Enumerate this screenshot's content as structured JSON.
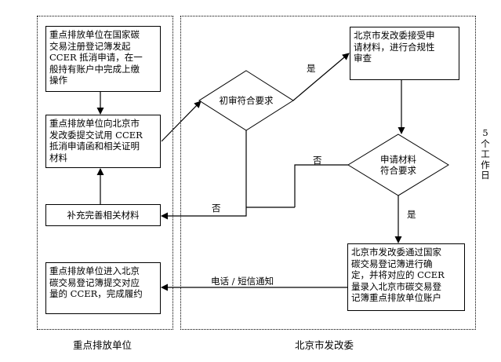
{
  "lanes": {
    "left_caption": "重点排放单位",
    "right_caption": "北京市发改委"
  },
  "side_note": "5\n个\n工\n作\n日",
  "boxes": {
    "register": "重点排放单位在国家碳\n交易注册登记簿发起\nCCER 抵消申请，在一\n般持有账户中完成上缴\n操作",
    "submit": "重点排放单位向北京市\n发改委提交试用 CCER\n抵消申请函和相关证明\n材料",
    "supplement": "补充完善相关材料",
    "fulfill": "重点排放单位进入北京\n碳交易登记簿提交对应\n量的 CCER，完成履约",
    "accept": "北京市发改委接受申\n请材料，进行合规性\n审查",
    "confirm": "北京市发改委通过国家\n碳交易登记簿进行确\n定，并将对应的 CCER\n量录入北京市碳交易登\n记簿重点排放单位账户"
  },
  "decisions": {
    "initial": "初审符合要求",
    "materials": "申请材料\n符合要求"
  },
  "edge_labels": {
    "yes_top": "是",
    "yes_bottom": "是",
    "no_top": "否",
    "no_left": "否",
    "notify": "电话 / 短信通知"
  }
}
